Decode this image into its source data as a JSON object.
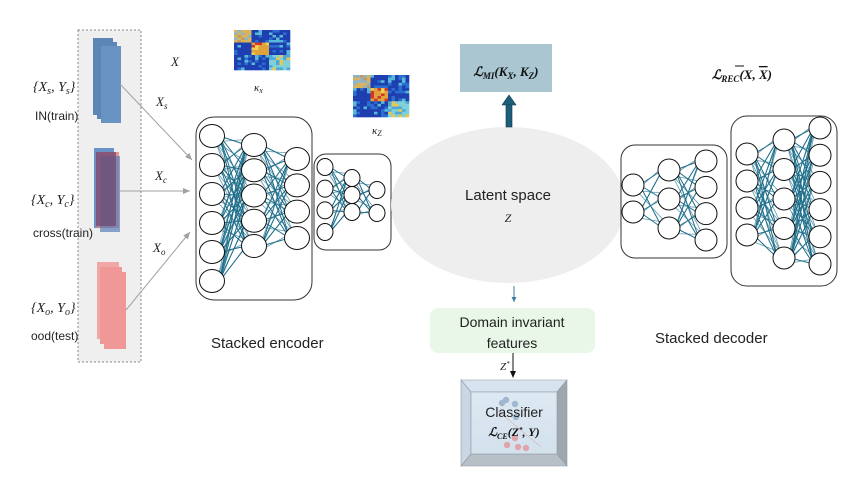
{
  "inputs": {
    "source": {
      "set_label": "{X_s, Y_s}",
      "set_label_parts": [
        "{",
        "X",
        "s",
        ",",
        "Y",
        "s",
        "}"
      ],
      "caption": "IN(train)",
      "flow_label": "X",
      "flow_sub": "s",
      "color": "#2e67a8"
    },
    "cross": {
      "set_label_parts": [
        "{",
        "X",
        "c",
        ",",
        "Y",
        "c",
        "}"
      ],
      "caption": "cross(train)",
      "flow_label": "X",
      "flow_sub": "c",
      "color": "#7a4d78"
    },
    "ood": {
      "set_label_parts": [
        "{",
        "X",
        "o",
        ",",
        "Y",
        "o",
        "}"
      ],
      "caption": "ood(test)",
      "flow_label": "X",
      "flow_sub": "o",
      "color": "#f05a5a"
    }
  },
  "x_label": "X",
  "kernels": {
    "kx_label": "κ",
    "kx_sub": "x",
    "kz_label": "κ",
    "kz_sub": "Z"
  },
  "encoder": {
    "caption": "Stacked encoder",
    "big_layers": [
      6,
      5,
      4
    ],
    "small_layers": [
      4,
      3,
      2
    ]
  },
  "latent": {
    "title": "Latent space",
    "symbol": "Z"
  },
  "mi_loss": {
    "script": "ℒ",
    "sub": "MI",
    "args": "(K",
    "arg1_sub": "X",
    "sep": ", K",
    "arg2_sub": "Z",
    "close": ")",
    "bg_color": "#a9c6d1"
  },
  "rec_loss": {
    "script": "ℒ",
    "sub": "REC",
    "args": "(X, ",
    "bar": "X",
    "close": ")"
  },
  "domain_invariant": {
    "line1": "Domain invariant",
    "line2": "features",
    "bg_color": "#e8f7e8"
  },
  "z_star": {
    "label": "Z",
    "sup": "*"
  },
  "classifier": {
    "title": "Classifier",
    "loss_script": "ℒ",
    "loss_sub": "CE",
    "loss_args": "(Z",
    "loss_sup": "*",
    "loss_close": ", Y)"
  },
  "decoder": {
    "caption": "Stacked decoder",
    "small_layers": [
      2,
      3,
      4
    ],
    "big_layers": [
      4,
      5,
      6
    ]
  },
  "colors": {
    "edge": "#1f6f8b",
    "arrow_dark": "#1d5f7a",
    "latent_fill": "#eeeeee",
    "panel_fill": "#efefef"
  }
}
